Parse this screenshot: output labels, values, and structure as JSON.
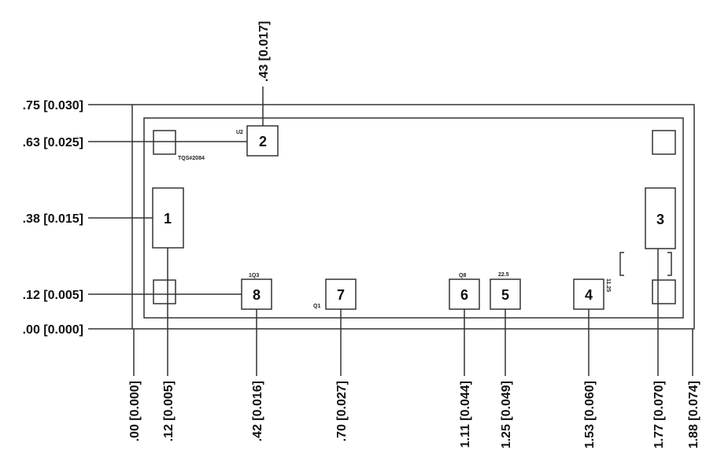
{
  "y_dimensions": [
    ".75 [0.030]",
    ".63 [0.025]",
    ".38 [0.015]",
    ".12 [0.005]",
    ".00 [0.000]"
  ],
  "top_dimension": ".43 [0.017]",
  "x_dimensions": [
    ".00 [0.000]",
    ".12 [0.005]",
    ".42 [0.016]",
    ".70 [0.027]",
    "1.11 [0.044]",
    "1.25 [0.049]",
    "1.53 [0.060]",
    "1.77 [0.070]",
    "1.88 [0.074]"
  ],
  "pads": [
    "1",
    "2",
    "3",
    "4",
    "5",
    "6",
    "7",
    "8"
  ],
  "small_labels": {
    "pad2": "U2",
    "part": "TQS#2084",
    "pad8": "1Q3",
    "pad7": "Q1",
    "pad6": "Q8",
    "pad5": "22.5",
    "pad4": "11.25"
  }
}
